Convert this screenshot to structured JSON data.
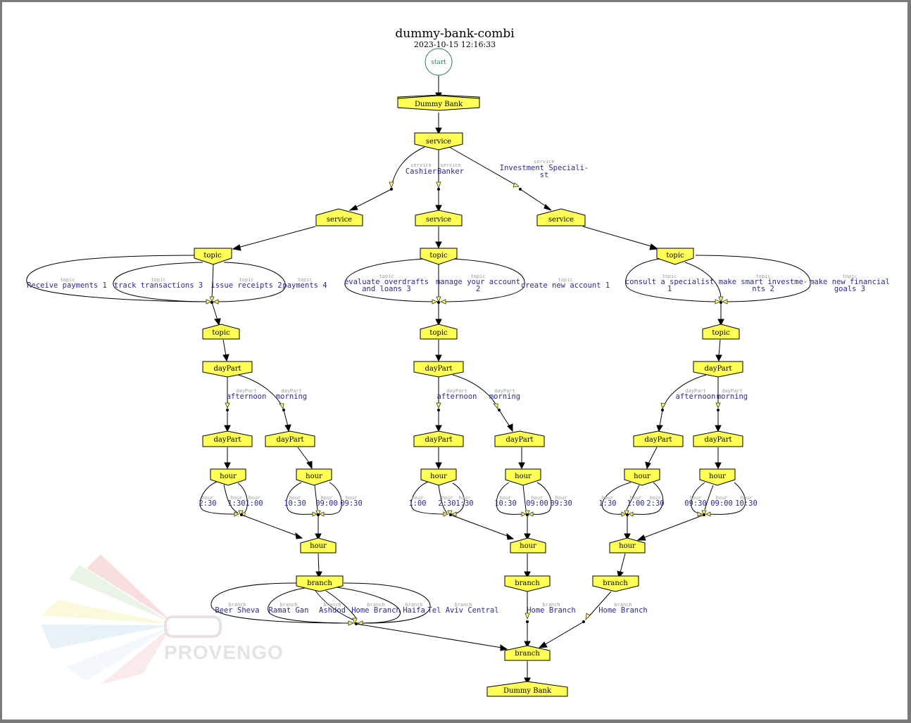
{
  "title": "dummy-bank-combi",
  "timestamp": "2023-10-15 12:16:33",
  "start_label": "start",
  "watermark": "PROVENGO",
  "nodes": {
    "dummy_bank_top": "Dummy Bank",
    "service_top": "service",
    "service_left": "service",
    "service_mid": "service",
    "service_right": "service",
    "topic_left": "topic",
    "topic_mid": "topic",
    "topic_right": "topic",
    "topic_left2": "topic",
    "topic_mid2": "topic",
    "topic_right2": "topic",
    "daypart_left": "dayPart",
    "daypart_mid": "dayPart",
    "daypart_right": "dayPart",
    "daypart_left_a": "dayPart",
    "daypart_left_m": "dayPart",
    "daypart_mid_a": "dayPart",
    "daypart_mid_m": "dayPart",
    "daypart_right_a": "dayPart",
    "daypart_right_m": "dayPart",
    "hour_left_a": "hour",
    "hour_left_m": "hour",
    "hour_mid_a": "hour",
    "hour_mid_m": "hour",
    "hour_right_a": "hour",
    "hour_right_m": "hour",
    "hour_left_merge": "hour",
    "hour_mid_merge": "hour",
    "hour_right_merge": "hour",
    "branch_left": "branch",
    "branch_mid": "branch",
    "branch_right": "branch",
    "branch_final": "branch",
    "dummy_bank_bottom": "Dummy Bank"
  },
  "edge_labels": {
    "service_cat": "service",
    "topic_cat": "topic",
    "daypart_cat": "dayPart",
    "hour_cat": "hour",
    "branch_cat": "branch",
    "cashier": "Cashier",
    "banker": "Banker",
    "investment_1": "Investment Speciali-",
    "investment_2": "st",
    "receive_payments": "Receive payments 1",
    "track_transactions": "track transactions 3",
    "issue_receipts": "issue receipts 2",
    "payments": "payments 4",
    "evaluate_1": "evaluate overdrafts",
    "evaluate_2": "and loans 3",
    "manage_1": "manage your account",
    "manage_2": "2",
    "create_account": "create new account 1",
    "consult_1": "consult a specialist",
    "consult_2": "1",
    "smart_1": "make smart investme-",
    "smart_2": "nts 2",
    "goals_1": "make new financial",
    "goals_2": "goals 3",
    "afternoon": "afternoon",
    "morning": "morning",
    "h_230": "2:30",
    "h_130": "1:30",
    "h_100": "1:00",
    "h_1030": "10:30",
    "h_0900": "09:00",
    "h_0930": "09:30",
    "beer_sheva": "Beer Sheva",
    "ramat_gan": "Ramat Gan",
    "ashdod": "Ashdod",
    "home_branch": "Home Branch",
    "haifa": "Haifa",
    "tel_aviv": "Tel Aviv Central"
  }
}
